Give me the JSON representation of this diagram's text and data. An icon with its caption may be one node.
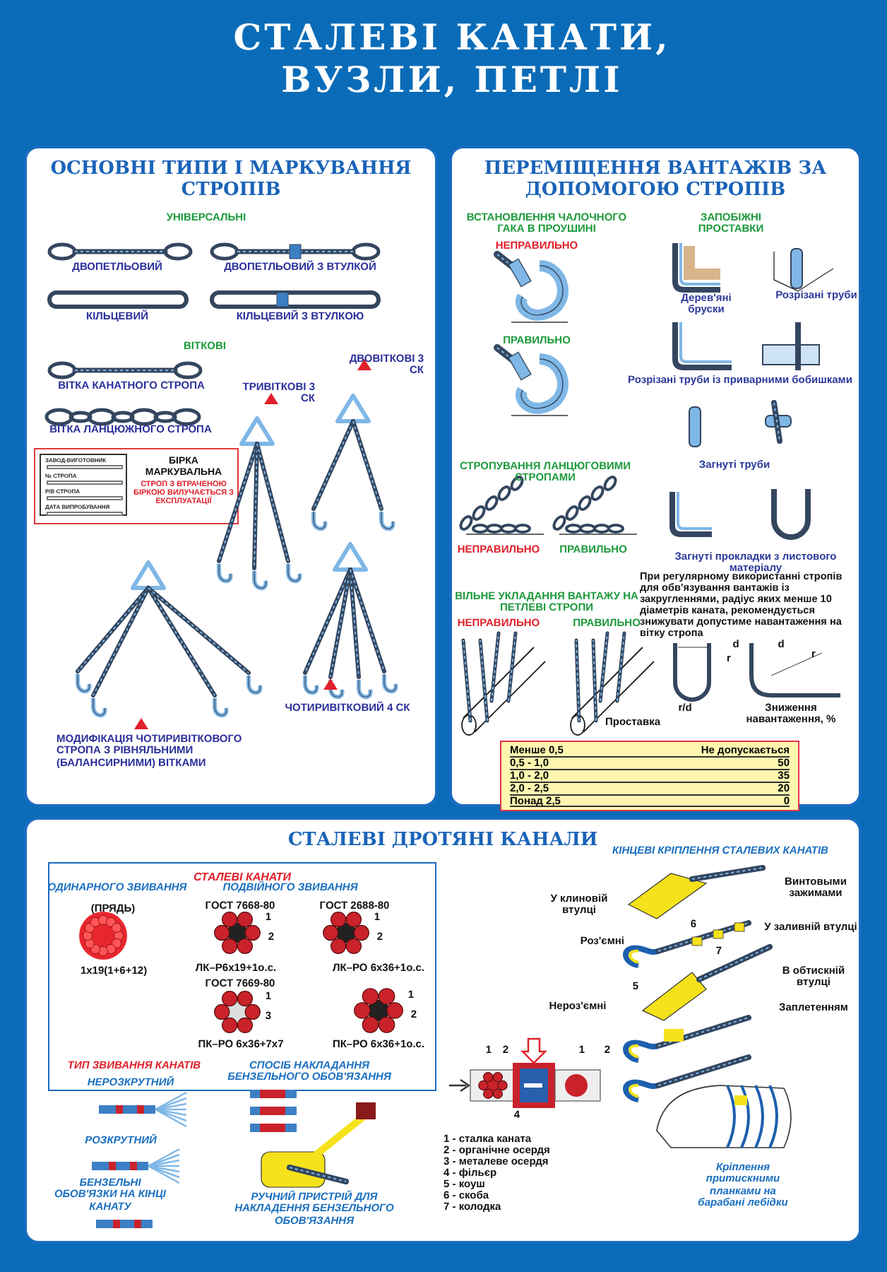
{
  "diagram": {
    "title": "СТАЛЕВІ КАНАТИ, ВУЗЛИ, ПЕТЛІ",
    "nodes": [
      {
        "text": [
          "ОСНОВНІ ТИПИ І МАРКУВАННЯ СТРОПІВ"
        ]
      },
      {
        "text": [
          "БІРКА МАРКУВАЛЬНА",
          "СТРОП З ВТРАЧЕНОЮ БІРКОЮ ВИЛУЧАЄТЬСЯ З ЕКСПЛУАТАЦІЇ"
        ],
        "in": 0
      },
      {
        "text": [
          "ЗАВОД-ВИГОТОВНИК",
          "№ СТРОПА",
          "Р/В СТРОПА",
          "ДАТА ВИПРОБУВАННЯ"
        ],
        "in": 1
      },
      {
        "text": [
          "ПЕРЕМІЩЕННЯ ВАНТАЖІВ ЗА ДОПОМОГОЮ СТРОПІВ"
        ]
      },
      {
        "text": [
          "Менше 0,5",
          "Не допускається",
          "0,5 - 1,0",
          "50",
          "1,0 - 2,0",
          "35",
          "2,0 - 2,5",
          "20",
          "Понад 2,5",
          "0"
        ],
        "in": 3
      },
      {
        "text": [
          "СТАЛЕВІ ДРОТЯНІ КАНАЛИ"
        ]
      },
      {
        "text": [
          "СТАЛЕВІ КАНАТИ"
        ],
        "in": 5
      }
    ],
    "labels": [
      "УНІВЕРСАЛЬНІ",
      "ДВОПЕТЛЬОВИЙ",
      "ДВОПЕТЛЬОВИЙ З ВТУЛКОЙ",
      "КІЛЬЦЕВИЙ",
      "КІЛЬЦЕВИЙ З ВТУЛКОЮ",
      "ВІТКОВІ",
      "ВІТКА КАНАТНОГО СТРОПА",
      "ВІТКА ЛАНЦЮЖНОГО СТРОПА",
      "ДВОВІТКОВІ 3 СК",
      "ТРИВІТКОВІ 3 СК",
      "ЧОТИРИВІТКОВИЙ 4 СК",
      "МОДИФІКАЦІЯ ЧОТИРИВІТКОВОГО СТРОПА З РІВНЯЛЬНИМИ (БАЛАНСИРНИМИ) ВІТКАМИ",
      "ВСТАНОВЛЕННЯ ЧАЛОЧНОГО ГАКА В ПРОУШИНІ",
      "НЕПРАВИЛЬНО",
      "ПРАВИЛЬНО",
      "ЗАПОБІЖНІ ПРОСТАВКИ",
      "Дерев'яні бруски",
      "Розрізані труби",
      "Розрізані труби із приварними бобишками",
      "Загнуті труби",
      "СТРОПУВАННЯ ЛАНЦЮГОВИМИ СТРОПАМИ",
      "НЕПРАВИЛЬНО",
      "ПРАВИЛЬНО",
      "Загнуті прокладки з листового матеріалу",
      "ВІЛЬНЕ УКЛАДАННЯ ВАНТАЖУ НА ПЕТЛЕВІ СТРОПИ",
      "НЕПРАВИЛЬНО",
      "ПРАВИЛЬНО",
      "Проставка",
      "При регулярному використанні стропів для обв'язування вантажів із закругленнями, радіус яких менше 10 діаметрів каната, рекомендується знижувати допустиме навантаження на вітку стропа",
      "d",
      "r",
      "d",
      "r",
      "r/d",
      "Зниження навантаження, %",
      "ОДИНАРНОГО ЗВИВАННЯ",
      "(ПРЯДЬ)",
      "1x19(1+6+12)",
      "ПОДВІЙНОГО ЗВИВАННЯ",
      "ГОСТ 7668-80",
      "1",
      "2",
      "ЛК–Р6х19+1о.с.",
      "ГОСТ 2688-80",
      "1",
      "2",
      "ЛК–РО 6х36+1о.с.",
      "ГОСТ 7669-80",
      "1",
      "3",
      "ПК–РО 6х36+7х7",
      "1",
      "2",
      "ПК–РО 6х36+1о.с.",
      "ТИП ЗВИВАННЯ КАНАТІВ",
      "НЕРОЗКРУТНИЙ",
      "РОЗКРУТНИЙ",
      "БЕНЗЕЛЬНІ ОБОВ'ЯЗКИ НА КІНЦІ КАНАТУ",
      "СПОСІБ НАКЛАДАННЯ БЕНЗЕЛЬНОГО ОБОВ'ЯЗАННЯ",
      "РУЧНИЙ ПРИСТРІЙ ДЛЯ НАКЛАДЕННЯ БЕНЗЕЛЬНОГО ОБОВ'ЯЗАННЯ",
      "1",
      "2",
      "4",
      "1",
      "2",
      "1 - сталка каната",
      "2 - органічне осердя",
      "3 - металеве осердя",
      "4 - фільєр",
      "5 - коуш",
      "6 - скоба",
      "7 - колодка",
      "КІНЦЕВІ КРІПЛЕННЯ СТАЛЕВИХ КАНАТІВ",
      "У клиновій втулці",
      "Роз'ємні",
      "Нероз'ємні",
      "5",
      "6",
      "7",
      "Винтовыми зажимами",
      "У заливній втулці",
      "В обтискній втулці",
      "Заплетенням",
      "Кріплення притискними планками на барабані лебідки"
    ]
  }
}
